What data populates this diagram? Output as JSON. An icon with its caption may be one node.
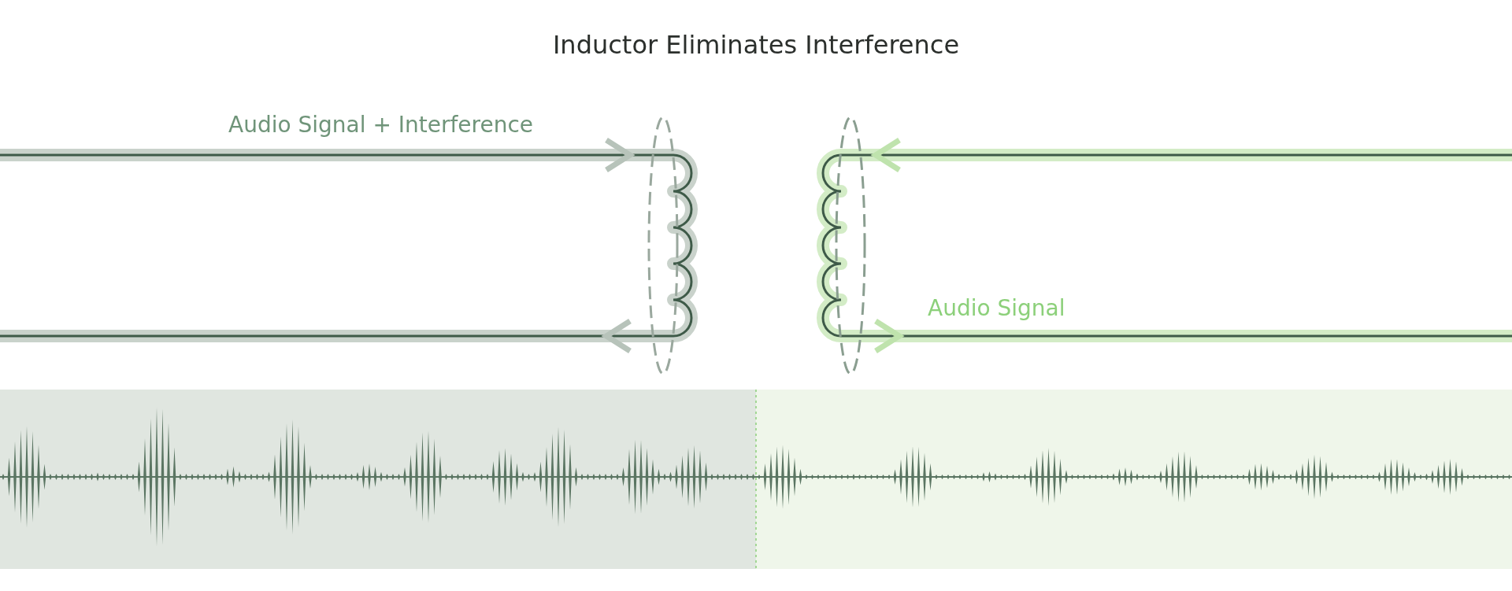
{
  "diagram": {
    "title": "Inductor Eliminates Interference",
    "labels": [
      "Audio Signal + Interference",
      "Audio Signal"
    ]
  }
}
